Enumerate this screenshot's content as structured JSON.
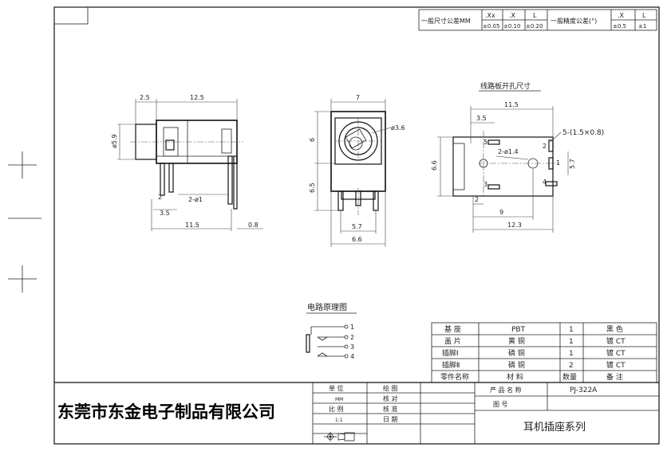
{
  "tolerance": {
    "linear_label": "一般尺寸公差MM",
    "cols": [
      ".Xx",
      ".X",
      "L"
    ],
    "vals": [
      "±0.05",
      "±0.10",
      "±0.20"
    ],
    "angle_label": "一般精度公差(°)",
    "angle_cols": [
      ".X",
      "L"
    ],
    "angle_vals": [
      "±0.5",
      "±1"
    ]
  },
  "views": {
    "side": {
      "dims": [
        "2.5",
        "12.5",
        "ø5.9",
        "2",
        "2-ø1",
        "3.5",
        "11.5",
        "0.8"
      ]
    },
    "front": {
      "dims": [
        "7",
        "ø3.6",
        "6",
        "6.5",
        "5.7",
        "6.6"
      ]
    },
    "pcb": {
      "title": "线路板开孔尺寸",
      "dims": [
        "11.5",
        "3.5",
        "6.6",
        "2-ø1.4",
        "5.7",
        "2",
        "9",
        "12.3"
      ],
      "callout": "5-(1.5×0.8)",
      "pins": [
        "1",
        "2",
        "3",
        "4",
        "5"
      ]
    }
  },
  "schematic": {
    "title": "电路原理图",
    "pins": [
      "1",
      "2",
      "3",
      "4"
    ]
  },
  "bom": {
    "rows": [
      [
        "基 座",
        "PBT",
        "1",
        "黑 色"
      ],
      [
        "盖 片",
        "黄 铜",
        "1",
        "镀 CT"
      ],
      [
        "插脚Ⅰ",
        "磷 铜",
        "1",
        "镀 CT"
      ],
      [
        "插脚Ⅱ",
        "磷 铜",
        "2",
        "镀 CT"
      ]
    ],
    "header": [
      "零件名称",
      "材 料",
      "数量",
      "备 注"
    ]
  },
  "title_block": {
    "company": "东莞市东金电子制品有限公司",
    "left_labels": [
      "单 位",
      "MM",
      "比 例",
      "1:1"
    ],
    "mid_labels": [
      "绘 图",
      "核 对",
      "核 准",
      "日 期"
    ],
    "product_name_label": "产 品 名 称",
    "product_name": "PJ-322A",
    "drawing_no_label": "图 号",
    "series": "耳机插座系列"
  }
}
